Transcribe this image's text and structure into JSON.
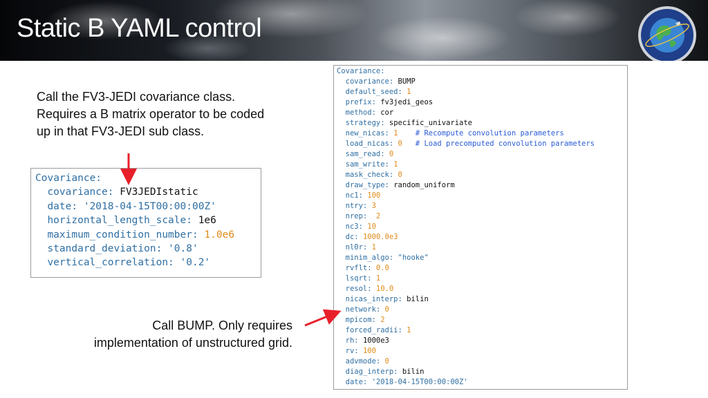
{
  "header": {
    "title": "Static B YAML control"
  },
  "descriptions": {
    "first": [
      "Call the FV3-JEDI covariance class.",
      "Requires a B matrix operator to be coded",
      "up in that FV3-JEDI sub class."
    ],
    "second": [
      "Call BUMP. Only requires",
      "implementation of unstructured grid."
    ]
  },
  "left_code": {
    "root": "Covariance:",
    "items": [
      {
        "key": "covariance:",
        "value": "FV3JEDIstatic",
        "kind": "str"
      },
      {
        "key": "date:",
        "value": "'2018-04-15T00:00:00Z'",
        "kind": "q"
      },
      {
        "key": "horizontal_length_scale:",
        "value": "1e6",
        "kind": "str"
      },
      {
        "key": "maximum_condition_number:",
        "value": "1.0e6",
        "kind": "num"
      },
      {
        "key": "standard_deviation:",
        "value": "'0.8'",
        "kind": "q"
      },
      {
        "key": "vertical_correlation:",
        "value": "'0.2'",
        "kind": "q"
      }
    ]
  },
  "right_code": {
    "root": "Covariance:",
    "items": [
      {
        "key": "covariance:",
        "value": "BUMP",
        "kind": "str",
        "comment": ""
      },
      {
        "key": "default_seed:",
        "value": "1",
        "kind": "num",
        "comment": ""
      },
      {
        "key": "prefix:",
        "value": "fv3jedi_geos",
        "kind": "str",
        "comment": ""
      },
      {
        "key": "method:",
        "value": "cor",
        "kind": "str",
        "comment": ""
      },
      {
        "key": "strategy:",
        "value": "specific_univariate",
        "kind": "str",
        "comment": ""
      },
      {
        "key": "new_nicas:",
        "value": "1",
        "kind": "num",
        "comment": "    # Recompute convolution parameters"
      },
      {
        "key": "load_nicas:",
        "value": "0",
        "kind": "num",
        "comment": "   # Load precomputed convolution parameters"
      },
      {
        "key": "sam_read:",
        "value": "0",
        "kind": "num",
        "comment": ""
      },
      {
        "key": "sam_write:",
        "value": "1",
        "kind": "num",
        "comment": ""
      },
      {
        "key": "mask_check:",
        "value": "0",
        "kind": "num",
        "comment": ""
      },
      {
        "key": "draw_type:",
        "value": "random_uniform",
        "kind": "str",
        "comment": ""
      },
      {
        "key": "nc1:",
        "value": "100",
        "kind": "num",
        "comment": ""
      },
      {
        "key": "ntry:",
        "value": "3",
        "kind": "num",
        "comment": ""
      },
      {
        "key": "nrep:",
        "value": " 2",
        "kind": "num",
        "comment": ""
      },
      {
        "key": "nc3:",
        "value": "10",
        "kind": "num",
        "comment": ""
      },
      {
        "key": "dc:",
        "value": "1000.0e3",
        "kind": "num",
        "comment": ""
      },
      {
        "key": "nl0r:",
        "value": "1",
        "kind": "num",
        "comment": ""
      },
      {
        "key": "minim_algo:",
        "value": "\"hooke\"",
        "kind": "q",
        "comment": ""
      },
      {
        "key": "rvflt:",
        "value": "0.0",
        "kind": "num",
        "comment": ""
      },
      {
        "key": "lsqrt:",
        "value": "1",
        "kind": "num",
        "comment": ""
      },
      {
        "key": "resol:",
        "value": "10.0",
        "kind": "num",
        "comment": ""
      },
      {
        "key": "nicas_interp:",
        "value": "bilin",
        "kind": "str",
        "comment": ""
      },
      {
        "key": "network:",
        "value": "0",
        "kind": "num",
        "comment": ""
      },
      {
        "key": "mpicom:",
        "value": "2",
        "kind": "num",
        "comment": ""
      },
      {
        "key": "forced_radii:",
        "value": "1",
        "kind": "num",
        "comment": ""
      },
      {
        "key": "rh:",
        "value": "1000e3",
        "kind": "str",
        "comment": ""
      },
      {
        "key": "rv:",
        "value": "100",
        "kind": "num",
        "comment": ""
      },
      {
        "key": "advmode:",
        "value": "0",
        "kind": "num",
        "comment": ""
      },
      {
        "key": "diag_interp:",
        "value": "bilin",
        "kind": "str",
        "comment": ""
      },
      {
        "key": "date:",
        "value": "'2018-04-15T00:00:00Z'",
        "kind": "q",
        "comment": ""
      }
    ]
  },
  "colors": {
    "arrow": "#e8202a",
    "key": "#2f6fa3",
    "number": "#e08a1a",
    "comment": "#2a5bd6"
  },
  "logo": {
    "icon": "jcsda-globe-logo"
  }
}
